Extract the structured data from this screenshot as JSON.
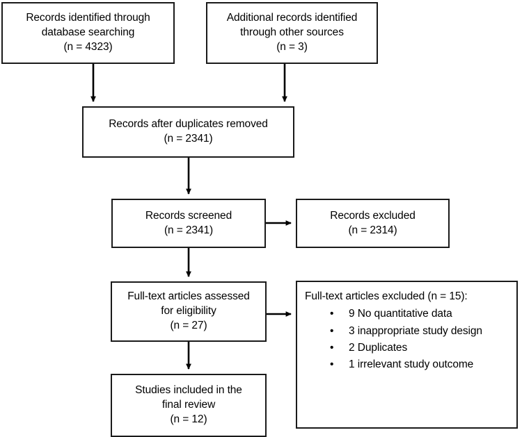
{
  "diagram": {
    "type": "prisma-flow-diagram",
    "boxes": [
      {
        "id": "records-identified",
        "lines": [
          "Records identified through",
          "database searching",
          "(n = 4323)"
        ]
      },
      {
        "id": "additional-records",
        "lines": [
          "Additional records identified",
          "through other sources",
          "(n = 3)"
        ]
      },
      {
        "id": "records-after-duplicates",
        "lines": [
          "Records after duplicates removed",
          "(n = 2341)"
        ]
      },
      {
        "id": "records-screened",
        "lines": [
          "Records screened",
          "(n = 2341)"
        ]
      },
      {
        "id": "records-excluded",
        "lines": [
          "Records excluded",
          "(n = 2314)"
        ]
      },
      {
        "id": "fulltext-assessed",
        "lines": [
          "Full-text articles assessed",
          "for eligibility",
          "(n = 27)"
        ]
      },
      {
        "id": "studies-included",
        "lines": [
          "Studies included in the",
          "final review",
          "(n = 12)"
        ]
      }
    ],
    "fulltext_excluded": {
      "title": "Full-text articles excluded (n = 15):",
      "bullet_glyph": "•",
      "items": [
        "9 No quantitative data",
        "3 inappropriate study design",
        "2 Duplicates",
        "1 irrelevant study outcome"
      ]
    },
    "colors": {
      "border": "#1a1a1a",
      "text": "#000000",
      "background": "#ffffff",
      "connector": "#000000"
    },
    "counts": {
      "database_searching": 4323,
      "other_sources": 3,
      "after_duplicates": 2341,
      "screened": 2341,
      "excluded_at_screening": 2314,
      "fulltext_assessed": 27,
      "fulltext_excluded_total": 15,
      "fulltext_excluded_no_quantitative_data": 9,
      "fulltext_excluded_inappropriate_design": 3,
      "fulltext_excluded_duplicates": 2,
      "fulltext_excluded_irrelevant_outcome": 1,
      "included_final_review": 12
    }
  }
}
